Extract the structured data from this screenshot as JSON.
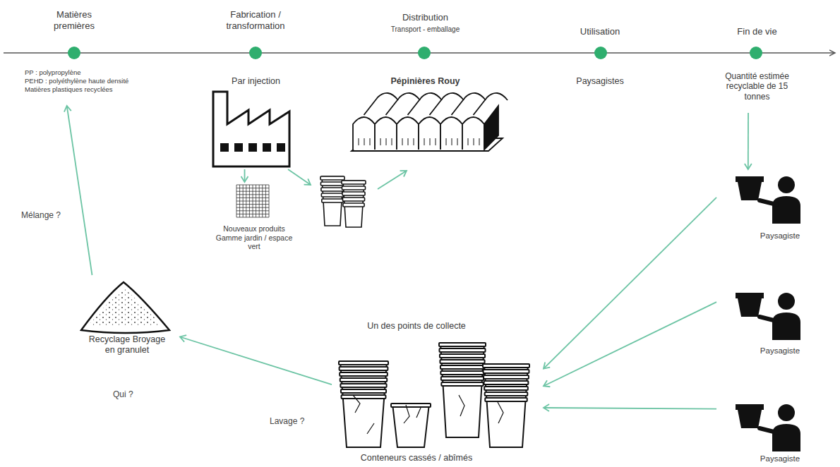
{
  "diagram": {
    "nodes": [
      {
        "text": [
          "Matières premières",
          "PP : polypropylène",
          "PEHD : polyéthylène haute densité",
          "Matières plastiques recyclées"
        ]
      },
      {
        "text": [
          "Fabrication / transformation",
          "Par injection"
        ]
      },
      {
        "text": [
          "Distribution",
          "Transport - emballage",
          "Pépinières Rouy"
        ]
      },
      {
        "text": [
          "Utilisation",
          "Paysagistes"
        ]
      },
      {
        "text": [
          "Fin de vie",
          "Quantité estimée recyclable de 15 tonnes"
        ]
      },
      {
        "text": [
          "Nouveaux produits Gamme jardin / espace vert"
        ]
      },
      {
        "text": [
          "Paysagiste"
        ]
      },
      {
        "text": [
          "Paysagiste"
        ]
      },
      {
        "text": [
          "Paysagiste"
        ]
      },
      {
        "text": [
          "Un des points de collecte",
          "Conteneurs cassés / abîmés"
        ]
      },
      {
        "text": [
          "Recyclage Broyage en granulet"
        ]
      }
    ],
    "edges": [
      {
        "from": 1,
        "to": 5,
        "arrow": "to"
      },
      {
        "from": 4,
        "to": 6,
        "arrow": "to"
      },
      {
        "from": 6,
        "to": 9,
        "arrow": "to"
      },
      {
        "from": 7,
        "to": 9,
        "arrow": "to"
      },
      {
        "from": 8,
        "to": 9,
        "arrow": "to"
      },
      {
        "from": 9,
        "to": 10,
        "label": "Lavage ?",
        "arrow": "to"
      },
      {
        "from": 10,
        "to": 0,
        "label": "Mélange ?",
        "arrow": "to"
      }
    ],
    "labels": [
      "Qui ?"
    ]
  }
}
